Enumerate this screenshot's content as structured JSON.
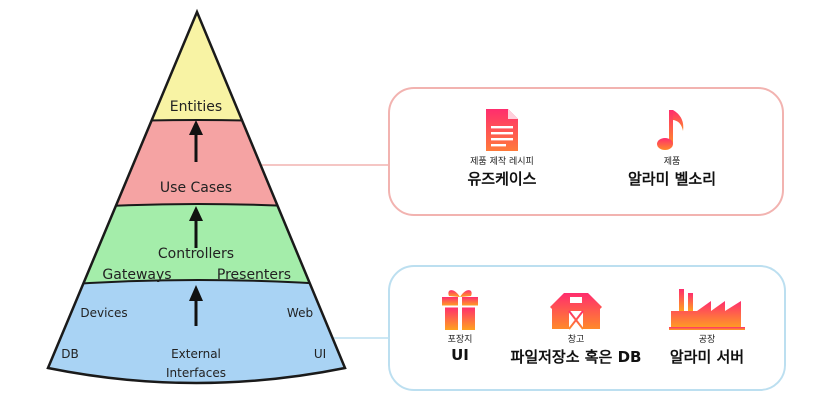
{
  "pyramid": {
    "entities": "Entities",
    "use_cases": "Use Cases",
    "controllers": "Controllers",
    "gateways": "Gateways",
    "presenters": "Presenters",
    "devices": "Devices",
    "web": "Web",
    "db": "DB",
    "ui": "UI",
    "external_line1": "External",
    "external_line2": "Interfaces"
  },
  "analogy_top": {
    "recipe": {
      "small": "제품 제작 레시피",
      "big": "유즈케이스",
      "icon": "document-icon"
    },
    "product": {
      "small": "제품",
      "big": "알라미 벨소리",
      "icon": "music-note-icon"
    }
  },
  "analogy_bottom": {
    "packaging": {
      "small": "포장지",
      "big": "UI",
      "icon": "gift-icon"
    },
    "warehouse": {
      "small": "창고",
      "big": "파일저장소 혹은 DB",
      "icon": "barn-icon"
    },
    "factory": {
      "small": "공장",
      "big": "알라미 서버",
      "icon": "factory-icon"
    }
  },
  "colors": {
    "entities_layer": "#f8f3a4",
    "use_cases_layer": "#f5a3a3",
    "controllers_layer": "#a4edaa",
    "external_layer": "#a9d3f4",
    "top_box_border": "#f2b3b0",
    "bottom_box_border": "#bcdff0",
    "icon_gradient_top": "#ff2d6e",
    "icon_gradient_bottom": "#ffa21f"
  }
}
